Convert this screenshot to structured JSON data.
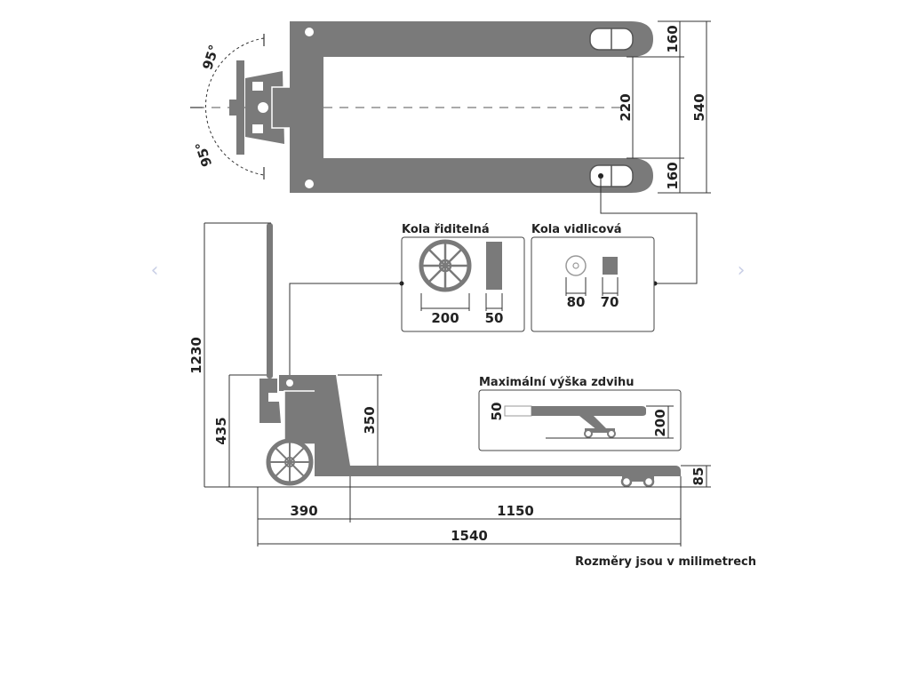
{
  "navigation": {
    "prev_icon": "‹",
    "next_icon": "›"
  },
  "colors": {
    "body": "#7a7a7a",
    "line": "#333333",
    "accent": "#c9cfe6"
  },
  "top_view": {
    "angle_top": "95°",
    "angle_bottom": "95°",
    "dim_fork_top": "160",
    "dim_fork_bottom": "160",
    "dim_gap": "220",
    "dim_total_width": "540"
  },
  "side_view": {
    "dim_handle_height": "1230",
    "dim_body_height": "435",
    "dim_pump_height": "350",
    "dim_fork_height": "85",
    "dim_rear": "390",
    "dim_fork_length": "1150",
    "dim_total_length": "1540"
  },
  "steering_wheels": {
    "title": "Kola řiditelná",
    "diameter": "200",
    "width": "50"
  },
  "fork_wheels": {
    "title": "Kola vidlicová",
    "diameter": "80",
    "width": "70"
  },
  "lift_height": {
    "title": "Maximální výška zdvihu",
    "min": "50",
    "max": "200"
  },
  "footnote": "Rozměry jsou v milimetrech"
}
